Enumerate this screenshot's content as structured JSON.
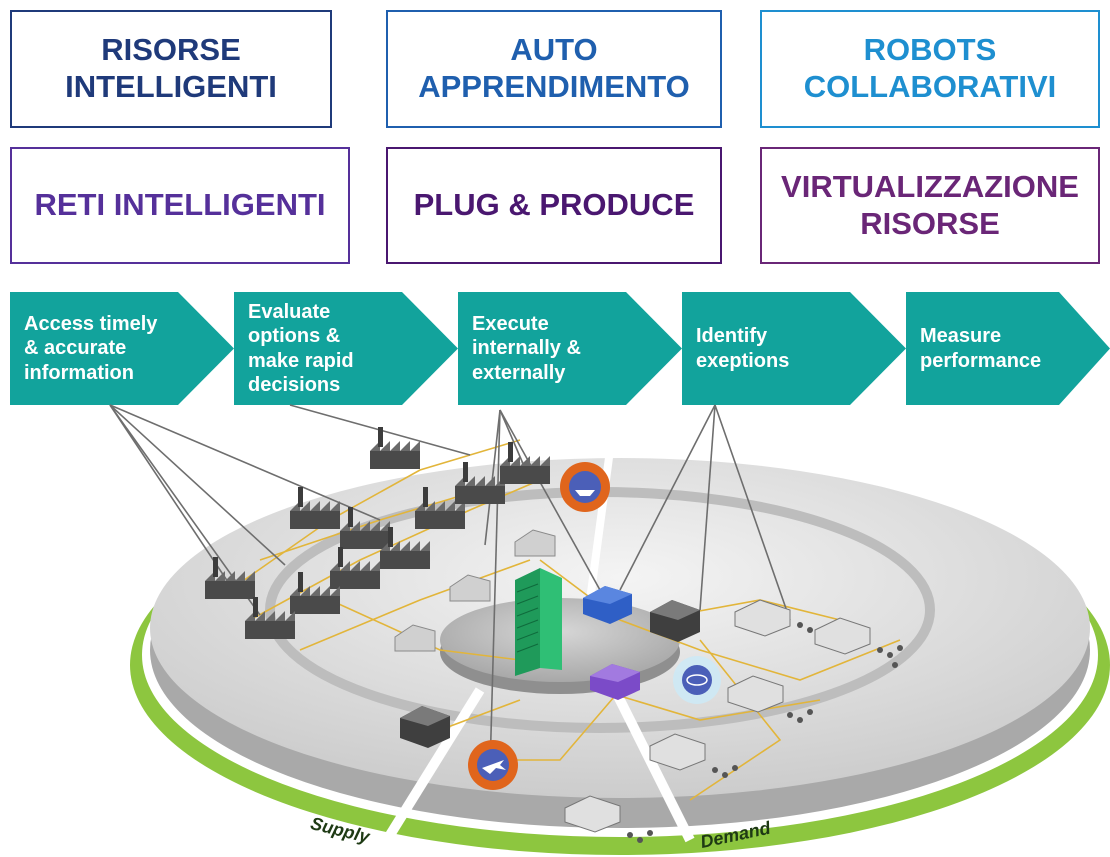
{
  "boxes": [
    {
      "text": "RISORSE\nINTELLIGENTI",
      "color": "#1f3a7a"
    },
    {
      "text": "AUTO\nAPPRENDIMENTO",
      "color": "#1f5fae"
    },
    {
      "text": "ROBOTS\nCOLLABORATIVI",
      "color": "#1e8fd0"
    },
    {
      "text": "RETI INTELLIGENTI",
      "color": "#55309a"
    },
    {
      "text": "PLUG & PRODUCE",
      "color": "#4a1770"
    },
    {
      "text": "VIRTUALIZZAZIONE\nRISORSE",
      "color": "#6a2677"
    }
  ],
  "steps": [
    {
      "text": "Access timely\n& accurate\ninformation"
    },
    {
      "text": "Evaluate\noptions &\nmake rapid\ndecisions"
    },
    {
      "text": "Execute\ninternally &\nexternally"
    },
    {
      "text": "Identify\nexeptions"
    },
    {
      "text": "Measure\nperformance"
    }
  ],
  "ring_labels": {
    "supply": "Supply",
    "demand": "Demand"
  },
  "colors": {
    "arrow": "#12a39c",
    "ring": "#8dc63f",
    "platform": "#d9d9d9",
    "center": "#bdbdbd",
    "network_line": "#e2b53a"
  },
  "icons": [
    "factory-icon",
    "warehouse-icon",
    "building-tower-icon",
    "datacenter-icon",
    "truck-icon",
    "ship-badge-icon",
    "plane-badge-icon",
    "globe-badge-icon",
    "store-icon"
  ]
}
